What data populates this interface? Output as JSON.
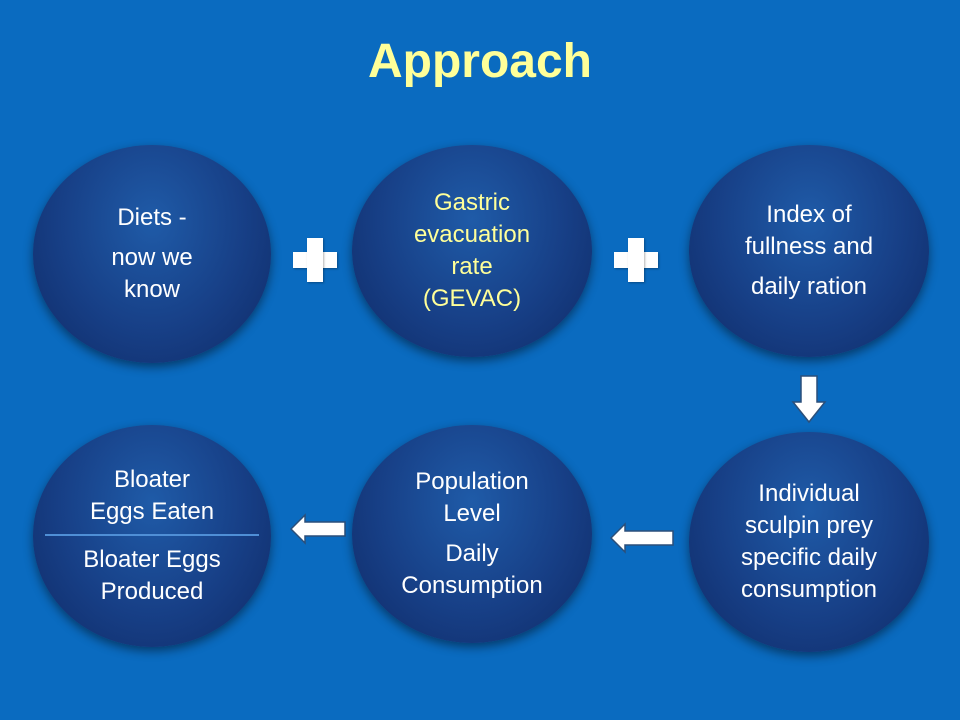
{
  "title": "Approach",
  "nodes": {
    "diets": {
      "line1": "Diets -",
      "line2": "now we",
      "line3": "know"
    },
    "gevac": {
      "line1": "Gastric",
      "line2": "evacuation",
      "line3": "rate",
      "line4": "(GEVAC)"
    },
    "index": {
      "line1": "Index of",
      "line2": "fullness and",
      "line3": "daily ration"
    },
    "individual": {
      "line1": "Individual",
      "line2": "sculpin prey",
      "line3": "specific daily",
      "line4": "consumption"
    },
    "population": {
      "line1": "Population",
      "line2": "Level",
      "line3": "Daily",
      "line4": "Consumption"
    },
    "bloater": {
      "eaten_line1": "Bloater",
      "eaten_line2": "Eggs Eaten",
      "produced_line1": "Bloater Eggs",
      "produced_line2": "Produced"
    }
  },
  "colors": {
    "background": "#0a6bc0",
    "title": "#ffff99",
    "node_fill": "#173f86",
    "highlight_text": "#ffff99",
    "arrow_fill": "#ffffff"
  },
  "icons": [
    "plus-icon",
    "plus-icon",
    "arrow-down-icon",
    "arrow-left-icon",
    "arrow-left-icon"
  ]
}
